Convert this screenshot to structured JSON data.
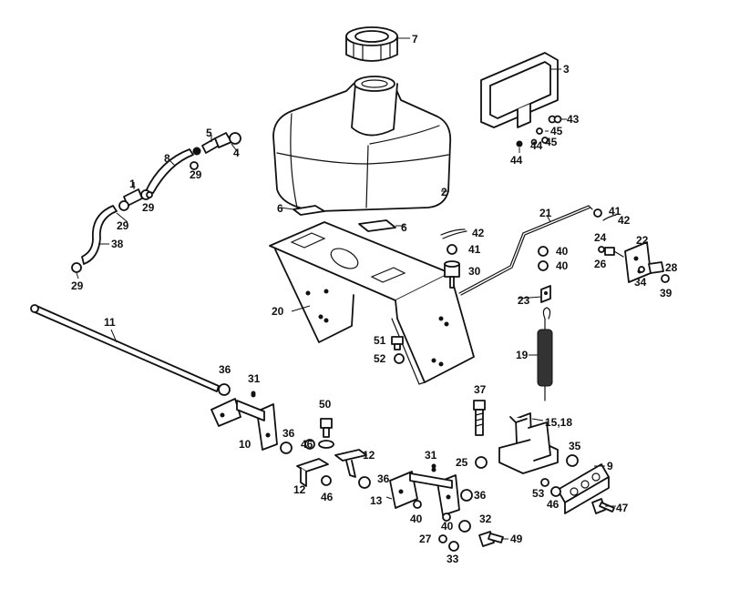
{
  "callouts": [
    {
      "id": "c7",
      "text": "7"
    },
    {
      "id": "c3",
      "text": "3"
    },
    {
      "id": "c43",
      "text": "43"
    },
    {
      "id": "c45a",
      "text": "45"
    },
    {
      "id": "c44a",
      "text": "44"
    },
    {
      "id": "c45b",
      "text": "45"
    },
    {
      "id": "c44b",
      "text": "44"
    },
    {
      "id": "c5",
      "text": "5"
    },
    {
      "id": "c4",
      "text": "4"
    },
    {
      "id": "c8",
      "text": "8"
    },
    {
      "id": "c29a",
      "text": "29"
    },
    {
      "id": "c1",
      "text": "1"
    },
    {
      "id": "c29b",
      "text": "29"
    },
    {
      "id": "c29c",
      "text": "29"
    },
    {
      "id": "c38",
      "text": "38"
    },
    {
      "id": "c29d",
      "text": "29"
    },
    {
      "id": "c2",
      "text": "2"
    },
    {
      "id": "c6a",
      "text": "6"
    },
    {
      "id": "c6b",
      "text": "6"
    },
    {
      "id": "c42a",
      "text": "42"
    },
    {
      "id": "c41a",
      "text": "41"
    },
    {
      "id": "c30",
      "text": "30"
    },
    {
      "id": "c21",
      "text": "21"
    },
    {
      "id": "c41b",
      "text": "41"
    },
    {
      "id": "c42b",
      "text": "42"
    },
    {
      "id": "c40a",
      "text": "40"
    },
    {
      "id": "c40b",
      "text": "40"
    },
    {
      "id": "c24",
      "text": "24"
    },
    {
      "id": "c22",
      "text": "22"
    },
    {
      "id": "c26",
      "text": "26"
    },
    {
      "id": "c28",
      "text": "28"
    },
    {
      "id": "c34",
      "text": "34"
    },
    {
      "id": "c39",
      "text": "39"
    },
    {
      "id": "c23",
      "text": "23"
    },
    {
      "id": "c20",
      "text": "20"
    },
    {
      "id": "c11",
      "text": "11"
    },
    {
      "id": "c51",
      "text": "51"
    },
    {
      "id": "c52",
      "text": "52"
    },
    {
      "id": "c19",
      "text": "19"
    },
    {
      "id": "c36a",
      "text": "36"
    },
    {
      "id": "c31a",
      "text": "31"
    },
    {
      "id": "c37",
      "text": "37"
    },
    {
      "id": "c50",
      "text": "50"
    },
    {
      "id": "c15",
      "text": "15,18"
    },
    {
      "id": "c36b",
      "text": "36"
    },
    {
      "id": "c10",
      "text": "10"
    },
    {
      "id": "c46a",
      "text": "46"
    },
    {
      "id": "c12a",
      "text": "12"
    },
    {
      "id": "c35",
      "text": "35"
    },
    {
      "id": "c31b",
      "text": "31"
    },
    {
      "id": "c25",
      "text": "25"
    },
    {
      "id": "c9",
      "text": "9"
    },
    {
      "id": "c12b",
      "text": "12"
    },
    {
      "id": "c36c",
      "text": "36"
    },
    {
      "id": "c46b",
      "text": "46"
    },
    {
      "id": "c13",
      "text": "13"
    },
    {
      "id": "c36d",
      "text": "36"
    },
    {
      "id": "c53",
      "text": "53"
    },
    {
      "id": "c46c",
      "text": "46"
    },
    {
      "id": "c47",
      "text": "47"
    },
    {
      "id": "c40c",
      "text": "40"
    },
    {
      "id": "c32",
      "text": "32"
    },
    {
      "id": "c40d",
      "text": "40"
    },
    {
      "id": "c27",
      "text": "27"
    },
    {
      "id": "c49",
      "text": "49"
    },
    {
      "id": "c33",
      "text": "33"
    }
  ]
}
